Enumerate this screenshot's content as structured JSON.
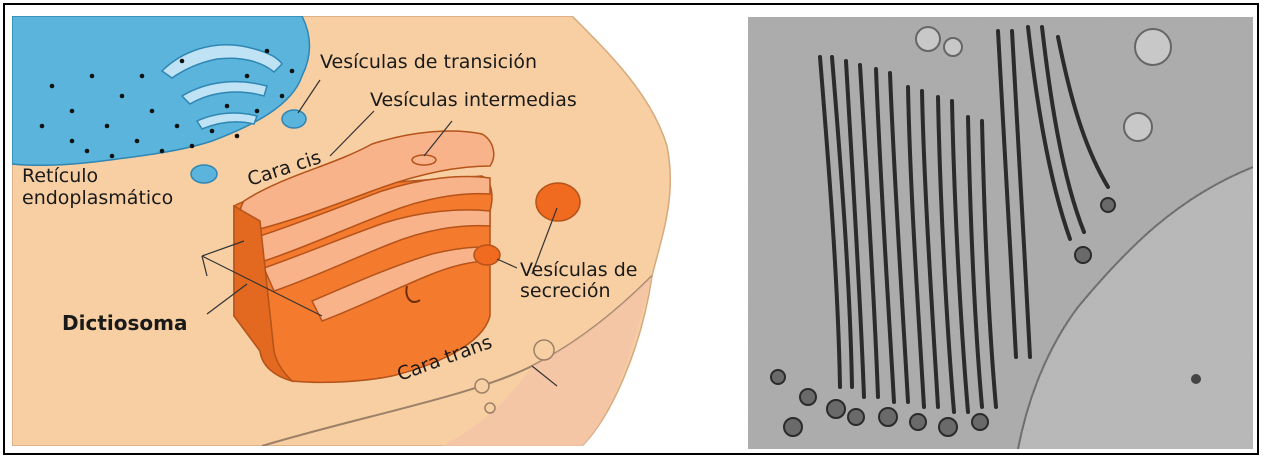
{
  "figure": {
    "labels": {
      "transition_vesicles": "Vesículas de transición",
      "intermediate_vesicles": "Vesículas intermedias",
      "cis_face": "Cara cis",
      "er_line1": "Retículo",
      "er_line2": "endoplasmático",
      "dictyosome": "Dictiosoma",
      "secretion_line1": "Vesículas de",
      "secretion_line2": "secreción",
      "trans_face": "Cara trans"
    },
    "colors": {
      "cytoplasm": "#f8cfa2",
      "er_blue": "#5ab4dc",
      "golgi_orange": "#f47a2e",
      "golgi_light": "#f9b38a",
      "vesicle_orange": "#f06a20"
    }
  }
}
